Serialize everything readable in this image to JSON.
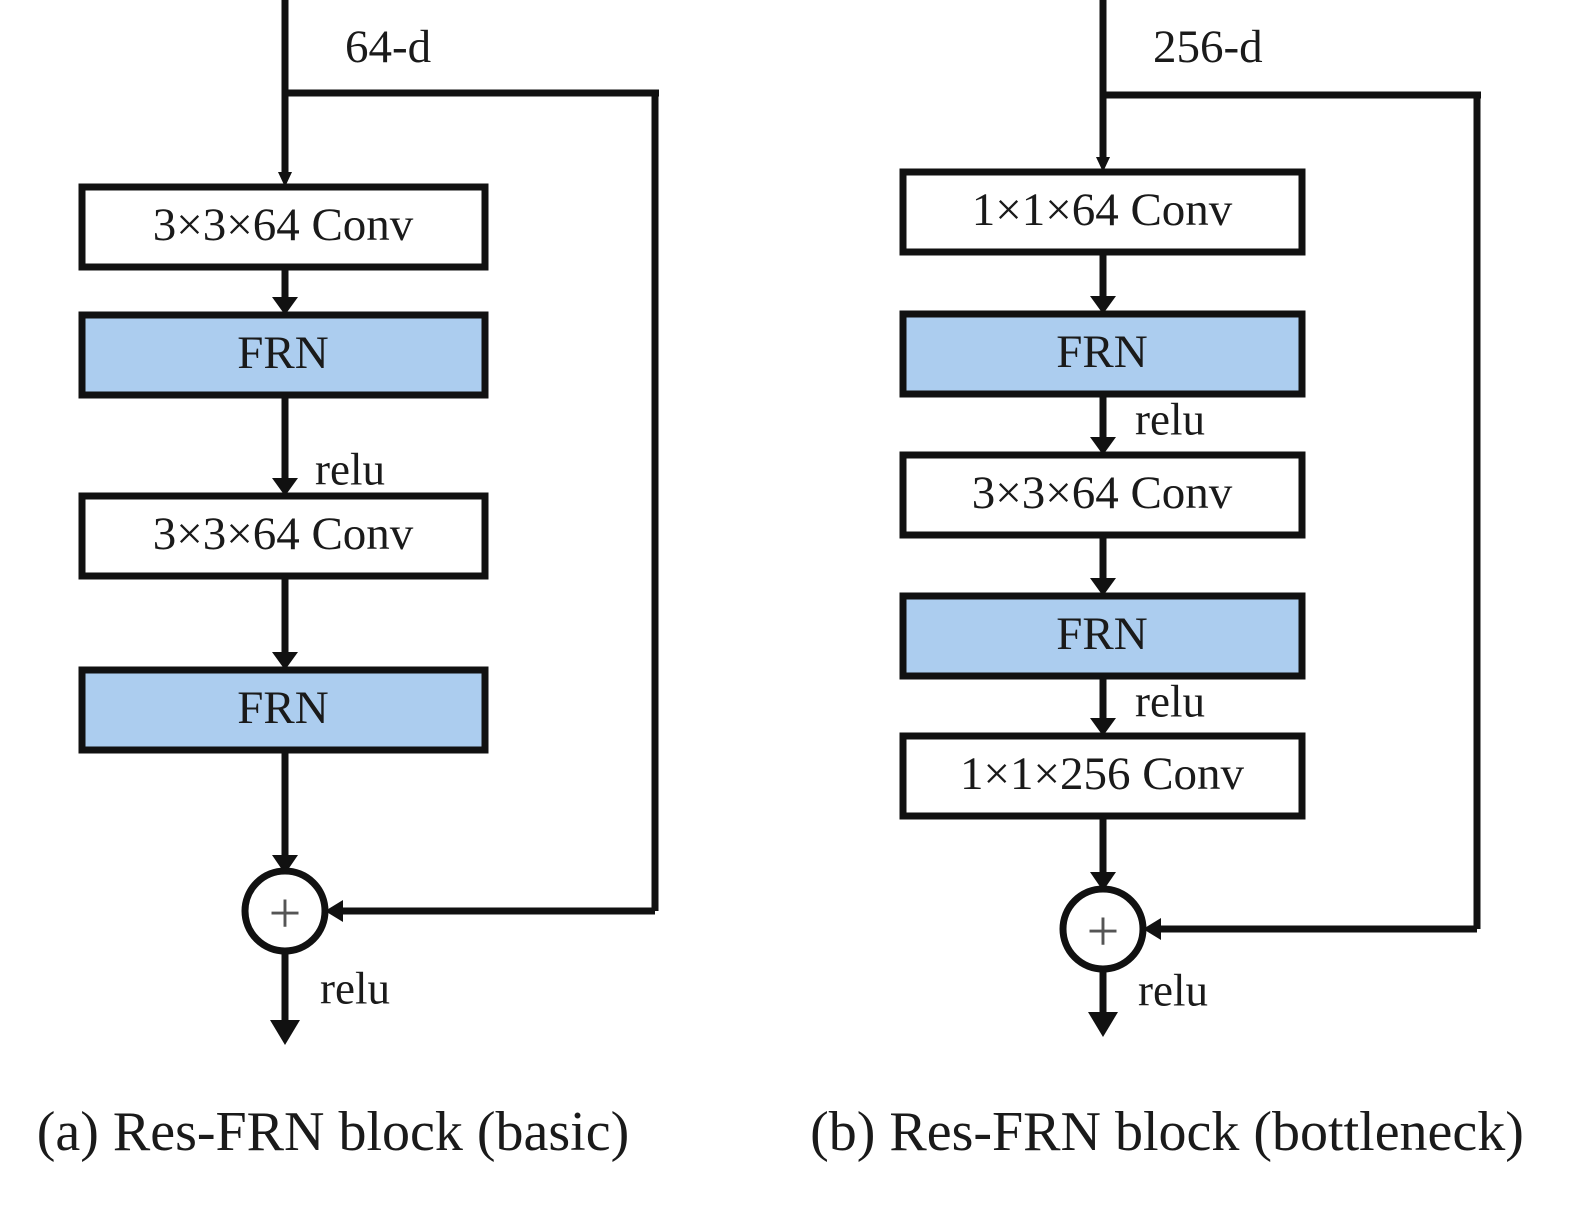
{
  "figure": {
    "background_color": "#ffffff",
    "stroke_color": "#111111",
    "conv_fill": "#ffffff",
    "frn_fill": "#accdef",
    "text_color": "#1a1a1a"
  },
  "panels": [
    {
      "id": "panel-a",
      "caption": "(a) Res-FRN block (basic)",
      "input_dim_label": "64-d",
      "output_activation_label": "relu",
      "merge_symbol": "+",
      "blocks": [
        {
          "label": "3×3×64 Conv",
          "kind": "conv",
          "fill": "#ffffff"
        },
        {
          "label": "FRN",
          "kind": "frn",
          "fill": "#accdef"
        },
        {
          "label": "3×3×64 Conv",
          "kind": "conv",
          "fill": "#ffffff"
        },
        {
          "label": "FRN",
          "kind": "frn",
          "fill": "#accdef"
        }
      ],
      "edge_labels": [
        "",
        "relu",
        "",
        ""
      ]
    },
    {
      "id": "panel-b",
      "caption": "(b) Res-FRN block (bottleneck)",
      "input_dim_label": "256-d",
      "output_activation_label": "relu",
      "merge_symbol": "+",
      "blocks": [
        {
          "label": "1×1×64 Conv",
          "kind": "conv",
          "fill": "#ffffff"
        },
        {
          "label": "FRN",
          "kind": "frn",
          "fill": "#accdef"
        },
        {
          "label": "3×3×64 Conv",
          "kind": "conv",
          "fill": "#ffffff"
        },
        {
          "label": "FRN",
          "kind": "frn",
          "fill": "#accdef"
        },
        {
          "label": "1×1×256 Conv",
          "kind": "conv",
          "fill": "#ffffff"
        }
      ],
      "edge_labels": [
        "",
        "relu",
        "",
        "relu",
        ""
      ]
    }
  ]
}
